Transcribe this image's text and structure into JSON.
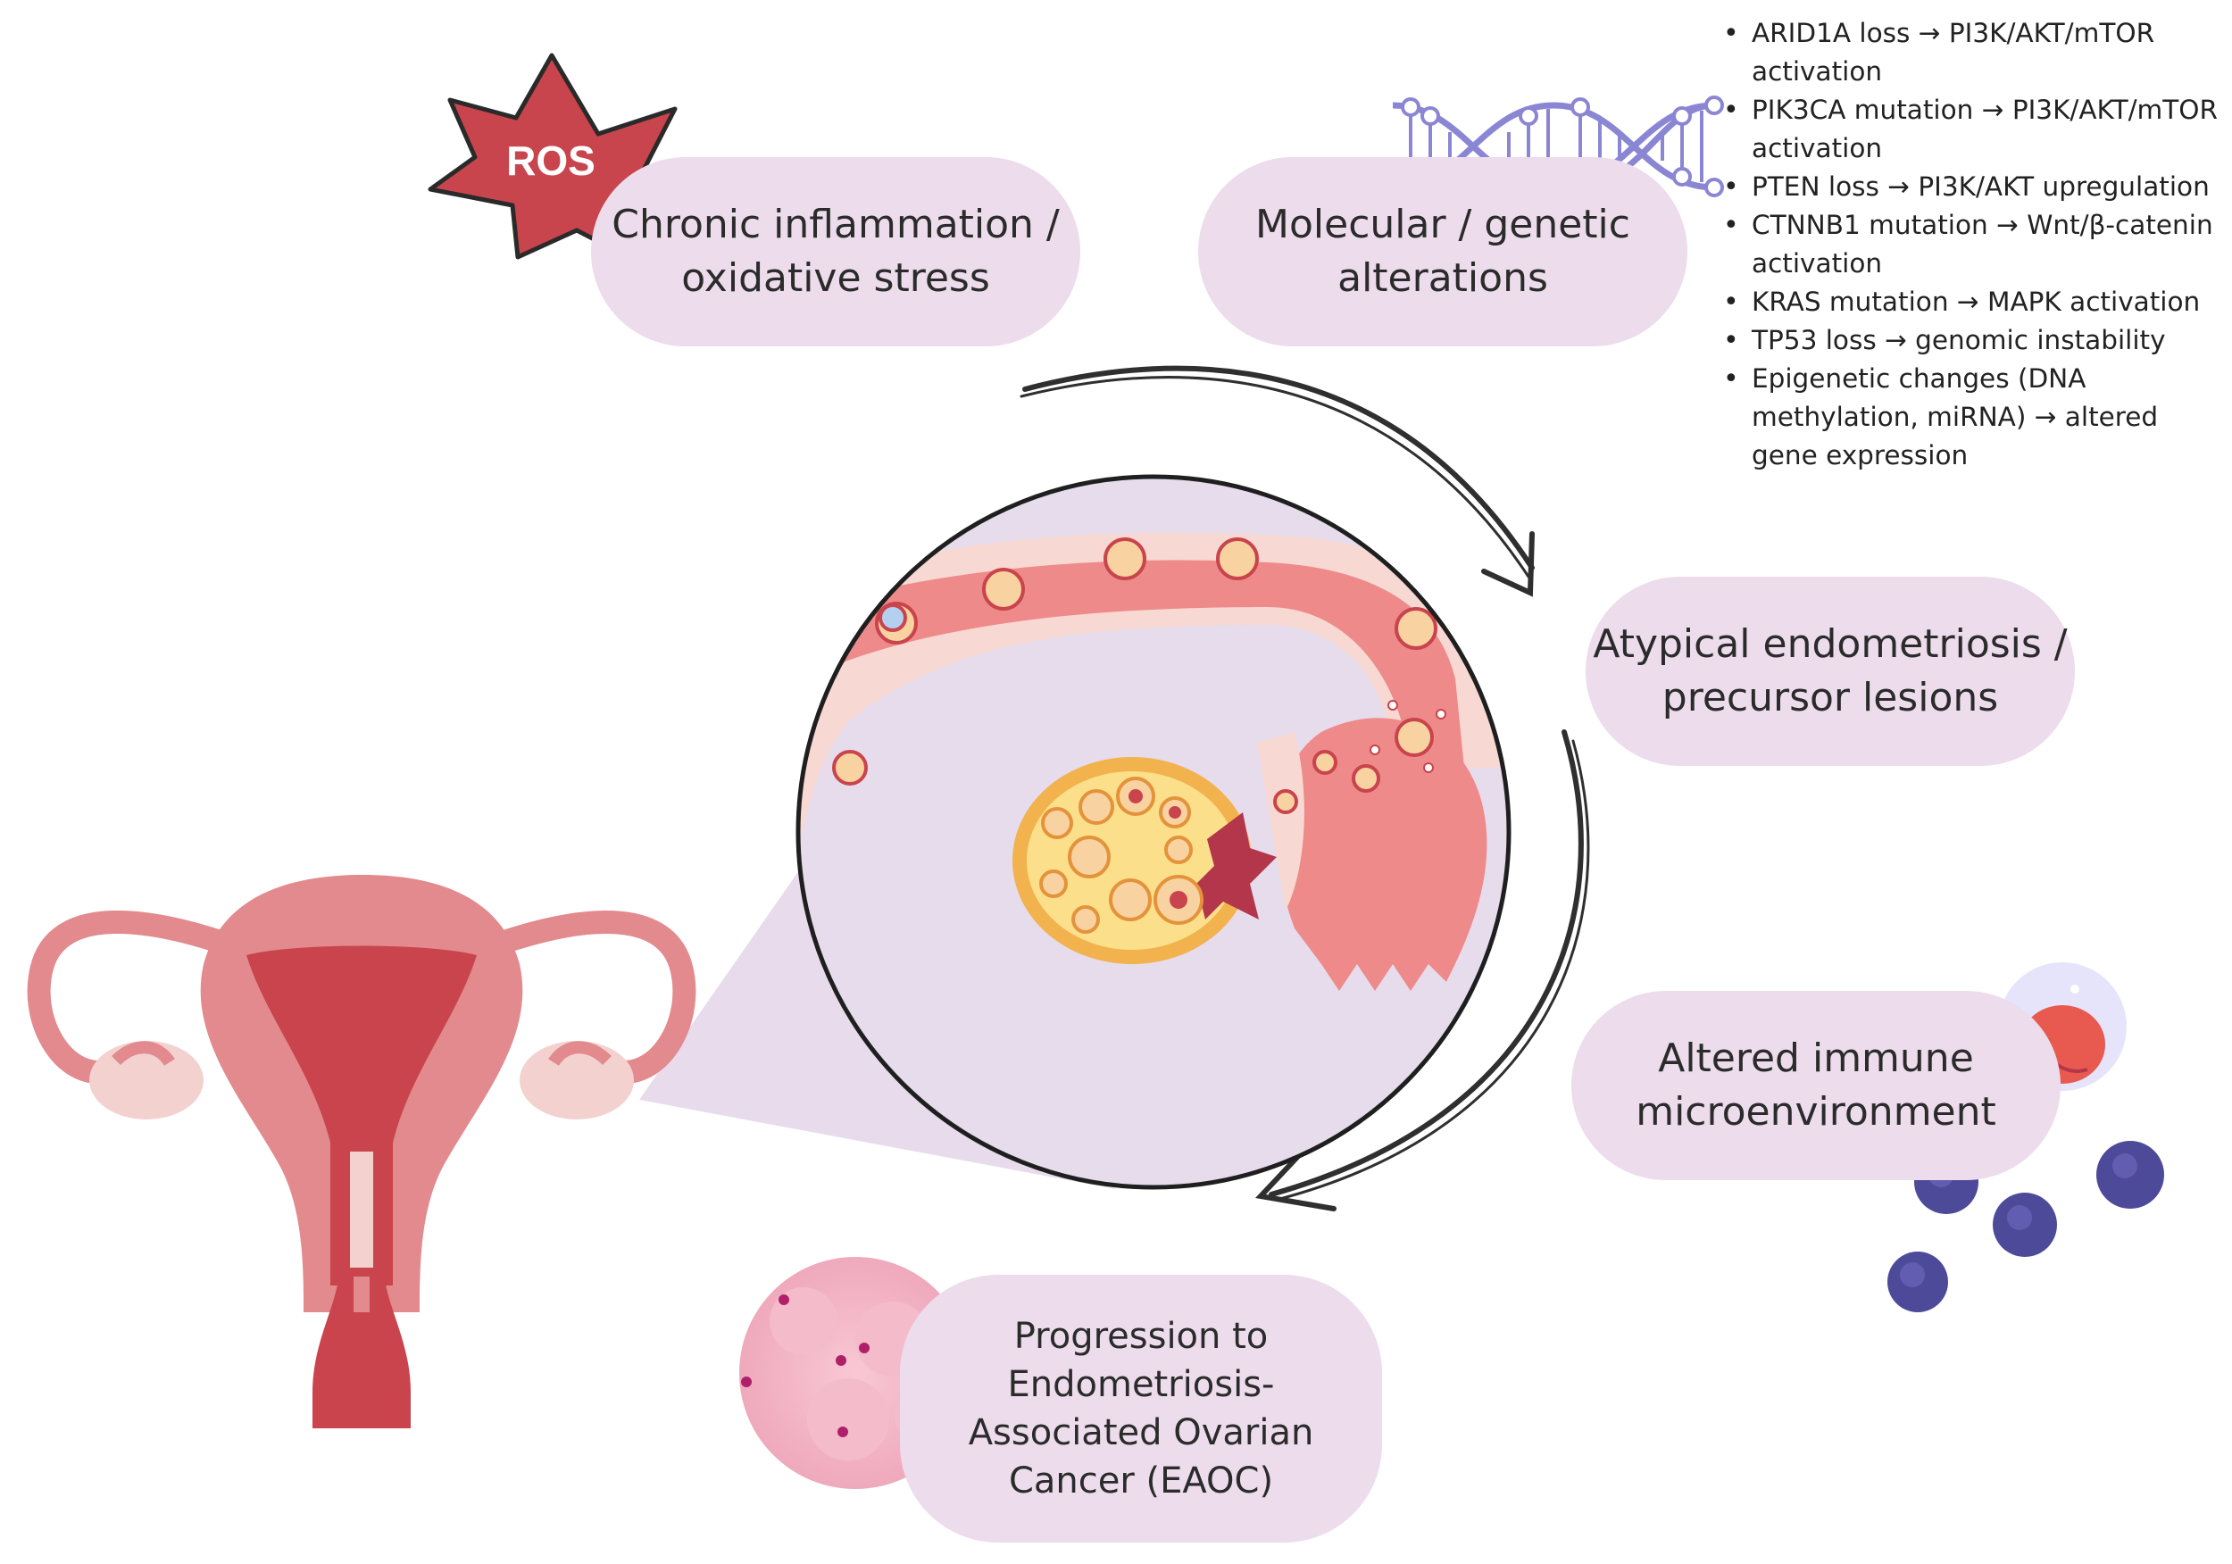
{
  "ros_label": "ROS",
  "boxes": {
    "inflammation": "Chronic inflammation /\noxidative stress",
    "molecular": "Molecular / genetic\nalterations",
    "atypical": "Atypical endometriosis /\nprecursor lesions",
    "immune": "Altered immune\nmicroenvironment",
    "eaoc": "Progression to\nEndometriosis-\nAssociated Ovarian\nCancer (EAOC)"
  },
  "mutations": [
    "ARID1A loss → PI3K/AKT/mTOR activation",
    "PIK3CA mutation → PI3K/AKT/mTOR activation",
    "PTEN loss → PI3K/AKT upregulation",
    "CTNNB1 mutation → Wnt/β-catenin activation",
    "KRAS mutation → MAPK activation",
    "TP53 loss → genomic instability",
    "Epigenetic changes (DNA methylation, miRNA) → altered gene expression"
  ],
  "colors": {
    "pill": "#ecdcec",
    "ros_star": "#c9454d",
    "uterus": "#e28a8d",
    "uterus_dark": "#c9444c",
    "dna": "#8b86d4",
    "immune_cell": "#4e4a9a",
    "zoom_bg": "#e6dcec"
  }
}
